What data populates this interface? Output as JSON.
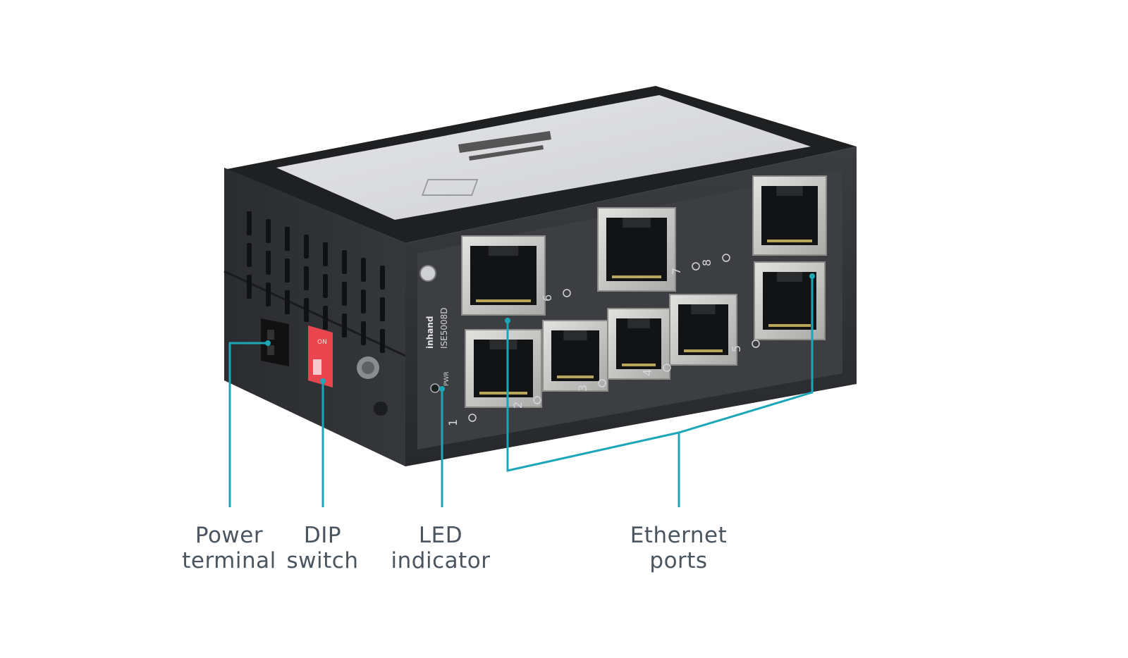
{
  "device": {
    "model": "ISE5008D",
    "brand": "inhand",
    "power_led_label": "PWR",
    "dip_label": "ON",
    "port_numbers": [
      "1",
      "2",
      "3",
      "4",
      "5",
      "6",
      "7",
      "8"
    ]
  },
  "callouts": [
    {
      "id": "power-terminal",
      "lines": [
        "Power",
        "terminal"
      ]
    },
    {
      "id": "dip-switch",
      "lines": [
        "DIP",
        "switch"
      ]
    },
    {
      "id": "led-indicator",
      "lines": [
        "LED",
        "indicator"
      ]
    },
    {
      "id": "ethernet-ports",
      "lines": [
        "Ethernet",
        "ports"
      ]
    }
  ],
  "colors": {
    "callout_line": "#1ba7b8",
    "label_text": "#4a5560",
    "body_dark": "#2b2d30",
    "body_top": "#dcdde0",
    "dip_red": "#e8454e"
  }
}
